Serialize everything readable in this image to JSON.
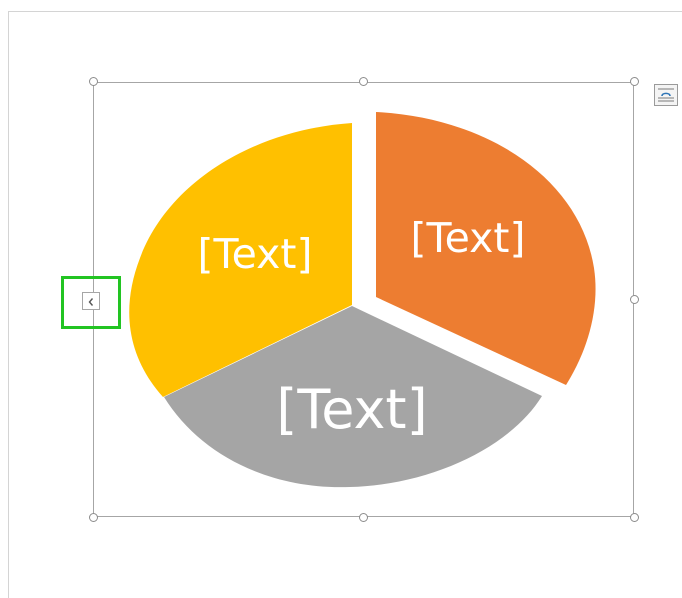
{
  "smartart": {
    "segments": [
      {
        "label": "[Text]",
        "color": "#FFC000"
      },
      {
        "label": "[Text]",
        "color": "#ED7D31"
      },
      {
        "label": "[Text]",
        "color": "#A5A5A5"
      }
    ],
    "text_pane_toggle": {
      "icon": "chevron-left-icon",
      "highlight_color": "#22C422"
    },
    "layout_options": {
      "icon": "layout-options-icon"
    }
  }
}
